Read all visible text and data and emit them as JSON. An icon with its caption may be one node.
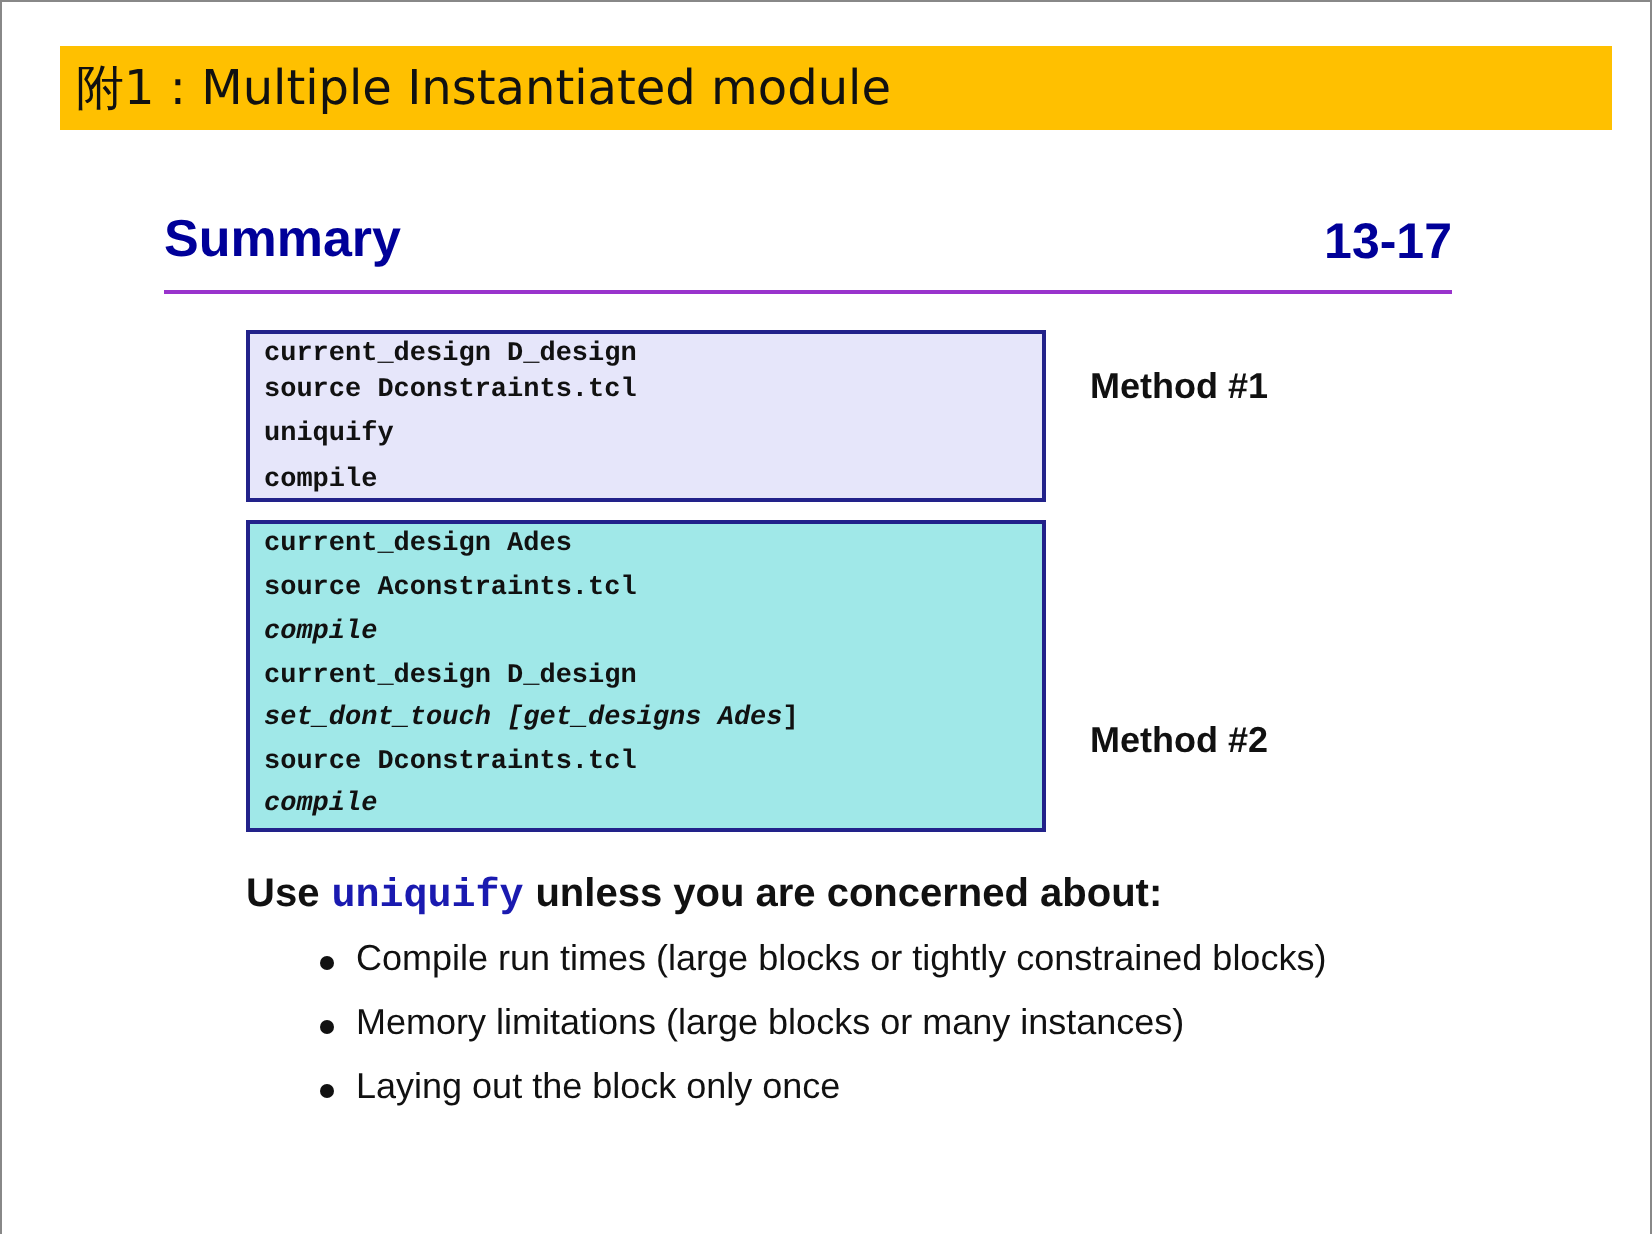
{
  "diagram": {
    "title": "附1 : Multiple Instantiated module",
    "nodes": [
      {
        "text": [
          "current_design D_design",
          "source Dconstraints.tcl",
          "uniquify",
          "compile"
        ],
        "beside": [
          "Method #1"
        ]
      },
      {
        "text": [
          "current_design Ades",
          "source Aconstraints.tcl",
          "*compile*",
          "current_design D_design",
          "*set_dont_touch [get_designs Ades*]",
          "source Dconstraints.tcl",
          "*compile*"
        ],
        "beside": [
          "Method #2"
        ]
      }
    ],
    "edges": [],
    "labels": [
      "Summary",
      "13-17",
      "Use",
      "uniquify",
      "unless you are concerned about:",
      "Compile run times (large blocks or tightly constrained blocks)",
      "Memory limitations (large blocks or many instances)",
      "Laying out the block only once"
    ]
  }
}
